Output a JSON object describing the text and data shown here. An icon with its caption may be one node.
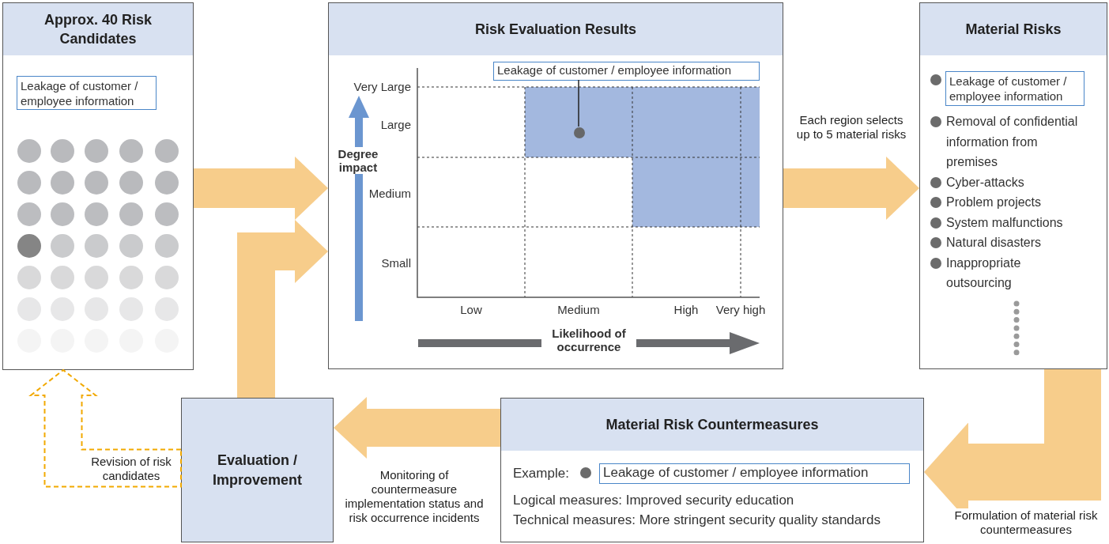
{
  "diagram": {
    "nodes": [
      {
        "text": [
          "Approx. 40 Risk Candidates"
        ]
      },
      {
        "text": [
          "Leakage of customer / employee information"
        ],
        "in": 0
      },
      {
        "text": [
          "Risk Evaluation Results"
        ]
      },
      {
        "text": [
          "Leakage of customer / employee information"
        ],
        "in": 2
      },
      {
        "text": [],
        "shape": "circle",
        "in": 2
      },
      {
        "text": [
          "Material Risks"
        ]
      },
      {
        "text": [
          "Leakage of customer / employee information"
        ],
        "in": 5
      },
      {
        "text": [
          "Material Risk Countermeasures"
        ]
      },
      {
        "text": [
          "Leakage of customer / employee information"
        ],
        "in": 7
      },
      {
        "text": [
          "Evaluation / Improvement"
        ]
      }
    ],
    "edges": [
      {
        "from": 0,
        "to": 2,
        "arrow": "to"
      },
      {
        "from": 9,
        "to": 2,
        "arrow": "to"
      },
      {
        "from": 2,
        "to": 5,
        "arrow": "to",
        "label": "Each region selects up to 5 material risks"
      },
      {
        "from": 5,
        "to": 7,
        "arrow": "to",
        "label": "Formulation of material risk countermeasures"
      },
      {
        "from": 7,
        "to": 9,
        "arrow": "to",
        "label": "Monitoring of countermeasure implementation status and risk occurrence incidents"
      },
      {
        "from": 9,
        "to": 0,
        "arrow": "to",
        "style": "dashed",
        "color": "#f2a900",
        "label": "Revision of risk candidates"
      },
      {
        "from": 3,
        "to": 4,
        "arrow": "none",
        "color": "#222222"
      }
    ],
    "labels": [
      "Very Large",
      "Large",
      "Medium",
      "Small",
      "Degree impact",
      "Low",
      "Medium",
      "High",
      "Very high",
      "Likelihood of occurrence",
      "Removal of confidential information from premises",
      "Cyber-attacks",
      "Problem projects",
      "System malfunctions",
      "Natural disasters",
      "Inappropriate outsourcing",
      "Example:",
      "Logical measures: Improved security education",
      "Technical measures: More stringent security quality standards"
    ]
  }
}
